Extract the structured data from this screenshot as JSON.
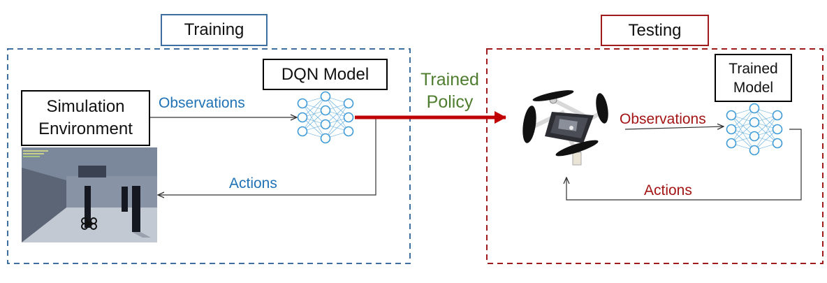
{
  "colors": {
    "training_border": "#3f6fa0",
    "testing_border": "#a01c1c",
    "blue_text": "#1f72b5",
    "red_text": "#a31515",
    "green_text": "#4f7d2f",
    "policy_arrow": "#c00000",
    "node_stroke": "#3d9ad6"
  },
  "training": {
    "title": "Training",
    "simulation_label": "Simulation Environment",
    "model_label": "DQN Model",
    "observations_label": "Observations",
    "actions_label": "Actions"
  },
  "policy": {
    "label": "Trained Policy"
  },
  "testing": {
    "title": "Testing",
    "model_label": "Trained Model",
    "observations_label": "Observations",
    "actions_label": "Actions"
  },
  "icons": {
    "simulation_view": "simulation-screenshot-icon",
    "drone": "quadcopter-drone-icon",
    "network": "neural-network-icon"
  }
}
